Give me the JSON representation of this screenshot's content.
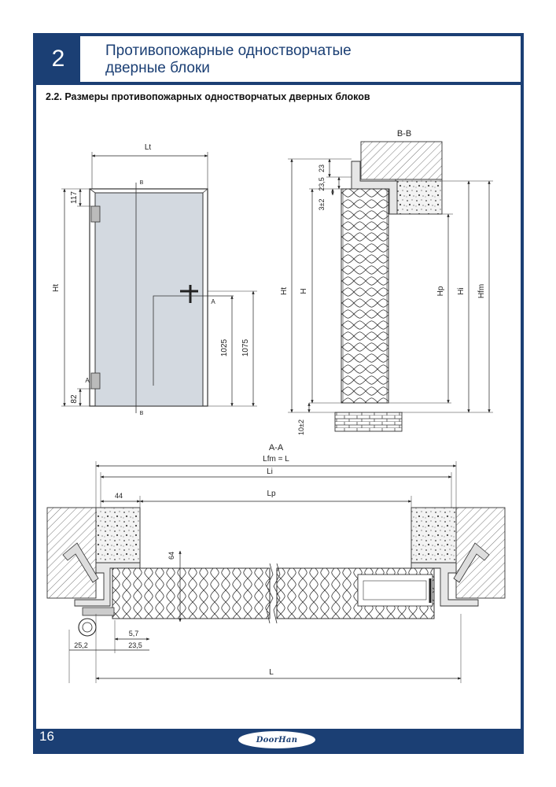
{
  "header": {
    "chapter_number": "2",
    "title_line1": "Противопожарные одностворчатые",
    "title_line2": "дверные блоки"
  },
  "section_title": "2.2. Размеры противопожарных одностворчатых дверных блоков",
  "front_view": {
    "width_label": "Lt",
    "height_label": "Ht",
    "top_dim": "117",
    "bottom_dim": "82",
    "handle_height_1": "1025",
    "handle_height_2": "1075",
    "section_mark_a": "A",
    "section_mark_b": "B"
  },
  "section_bb": {
    "title": "B-B",
    "dim_23": "23",
    "dim_23_5": "23,5",
    "dim_3_2": "3±2",
    "label_H": "H",
    "label_Ht": "Ht",
    "label_Hp": "Hp",
    "label_Hi": "Hi",
    "label_Hfm": "Hfm",
    "dim_10_2": "10±2"
  },
  "section_aa": {
    "title": "A-A",
    "lfm": "Lfm = L",
    "li": "Li",
    "lp": "Lp",
    "dim_44": "44",
    "dim_64": "64",
    "dim_5_7": "5,7",
    "dim_25_2": "25,2",
    "dim_23_5": "23,5",
    "label_L": "L"
  },
  "footer": {
    "page_number": "16",
    "logo_text": "DoorHan"
  },
  "colors": {
    "brand_blue": "#1b3f74",
    "door_fill": "#d3d9e0"
  }
}
